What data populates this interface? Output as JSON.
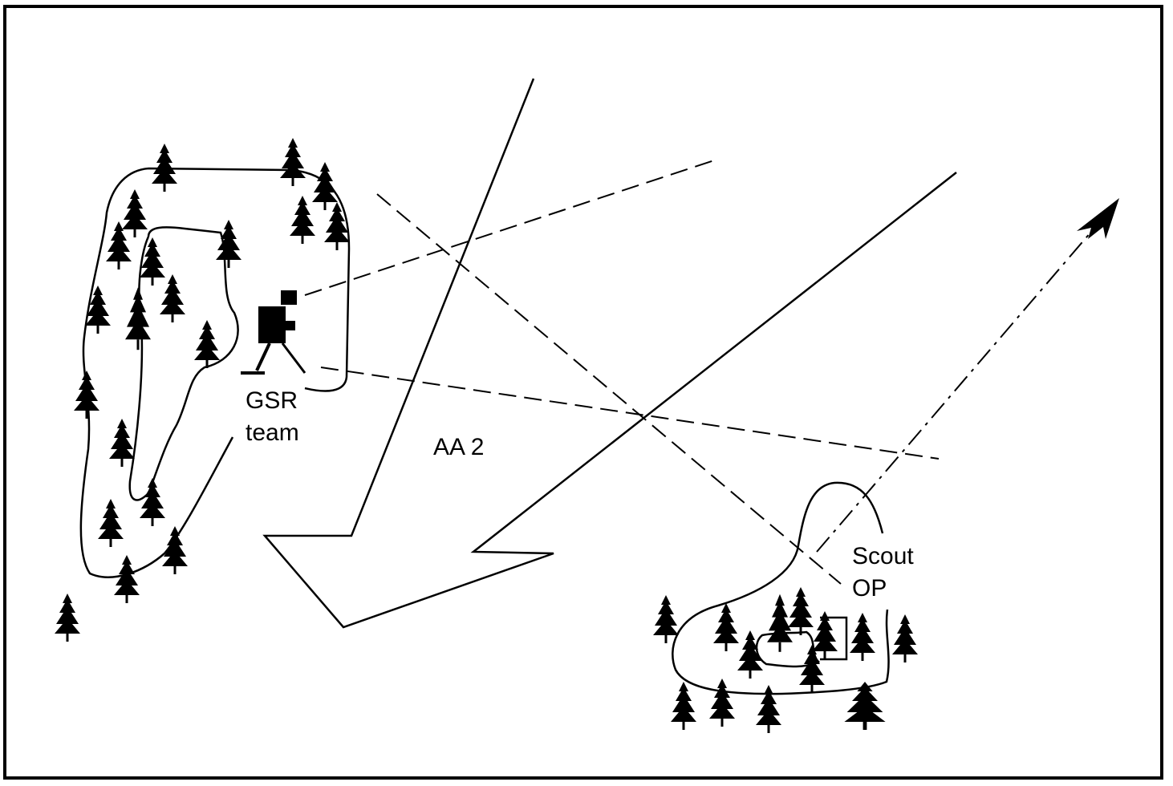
{
  "labels": {
    "gsr": [
      "GSR",
      "team"
    ],
    "aa": "AA 2",
    "scout": [
      "Scout",
      "OP"
    ]
  },
  "icons": {
    "tree": "conifer-tree-icon",
    "gsr_operator": "kneeling-soldier-icon",
    "direction_arrow": "arrowhead-icon"
  },
  "colors": {
    "ink": "#000000",
    "background": "#ffffff"
  }
}
